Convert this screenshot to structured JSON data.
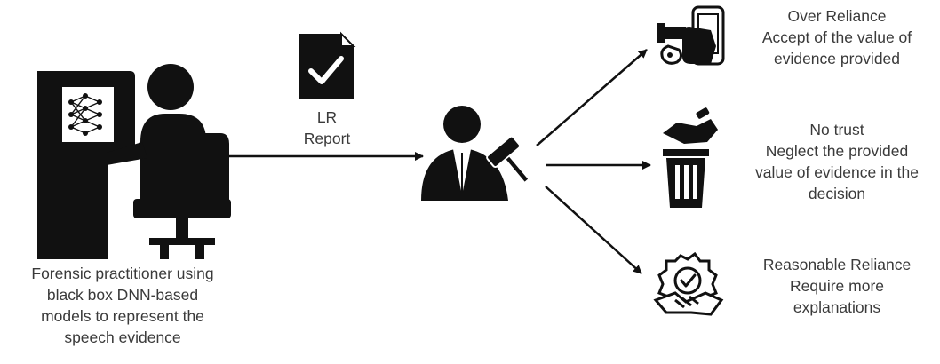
{
  "practitioner": {
    "caption": [
      "Forensic practitioner using",
      "black box DNN-based",
      "models to represent the",
      "speech evidence"
    ]
  },
  "report": {
    "label": [
      "LR",
      "Report"
    ]
  },
  "outcomes": [
    {
      "title": "Over Reliance",
      "lines": [
        "Accept of the value of",
        "evidence provided"
      ]
    },
    {
      "title": "No trust",
      "lines": [
        "Neglect the provided",
        "value of evidence in the",
        "decision"
      ]
    },
    {
      "title": "Reasonable Reliance",
      "lines": [
        "Require more",
        "explanations"
      ]
    }
  ],
  "colors": {
    "ink": "#111111",
    "text": "#3a3a3a"
  },
  "icons": [
    "forensic-practitioner-computer-icon",
    "lr-report-document-icon",
    "judge-gavel-icon",
    "handcuffed-phone-icon",
    "handshake-in-trash-icon",
    "award-badge-handshake-icon"
  ]
}
